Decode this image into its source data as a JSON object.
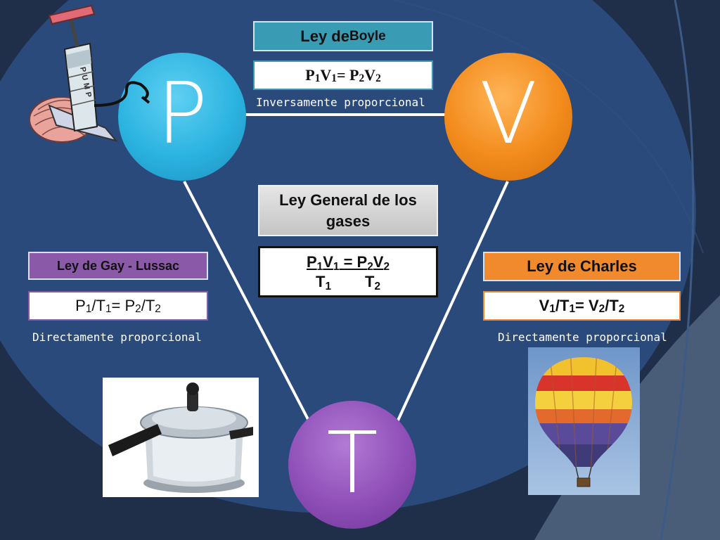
{
  "nodes": {
    "p": {
      "letter": "P",
      "color": "#2bb3e0"
    },
    "v": {
      "letter": "V",
      "color": "#f28b1c"
    },
    "t": {
      "letter": "T",
      "color": "#8f4fb8"
    }
  },
  "boyle": {
    "title_main": "Ley de ",
    "title_name": "Boyle",
    "equation": {
      "p": "P",
      "s1": "1",
      "v": "V",
      "s2": "1",
      "eq": " = P",
      "s3": "2",
      "v2": "V",
      "s4": "2"
    },
    "caption": "Inversamente proporcional",
    "color": "#3a9bb5"
  },
  "general": {
    "title": "Ley General de los gases",
    "num": {
      "p": "P",
      "s1": "1",
      "v": "V",
      "s2": "1",
      "eq": " = P",
      "s3": "2",
      "v2": "V",
      "s4": "2"
    },
    "den": {
      "t1": "T",
      "s1": "1",
      "t2": "T",
      "s2": "2"
    }
  },
  "gay_lussac": {
    "title": "Ley de Gay - Lussac",
    "equation": {
      "p1": "P",
      "s1": "1",
      "mid1": "/T",
      "s2": "1",
      "eq": " = P",
      "s3": "2",
      "mid2": "/T",
      "s4": "2"
    },
    "caption": "Directamente proporcional",
    "color": "#8a5aa8"
  },
  "charles": {
    "title": "Ley de Charles",
    "equation": {
      "v1": "V",
      "s1": "1",
      "mid1": "/T",
      "s2": "1",
      "eq": " = V",
      "s3": "2",
      "mid2": " /T",
      "s4": "2"
    },
    "caption": "Directamente proporcional",
    "color": "#f08a2c"
  },
  "images": {
    "pump_label": "PUMP"
  }
}
